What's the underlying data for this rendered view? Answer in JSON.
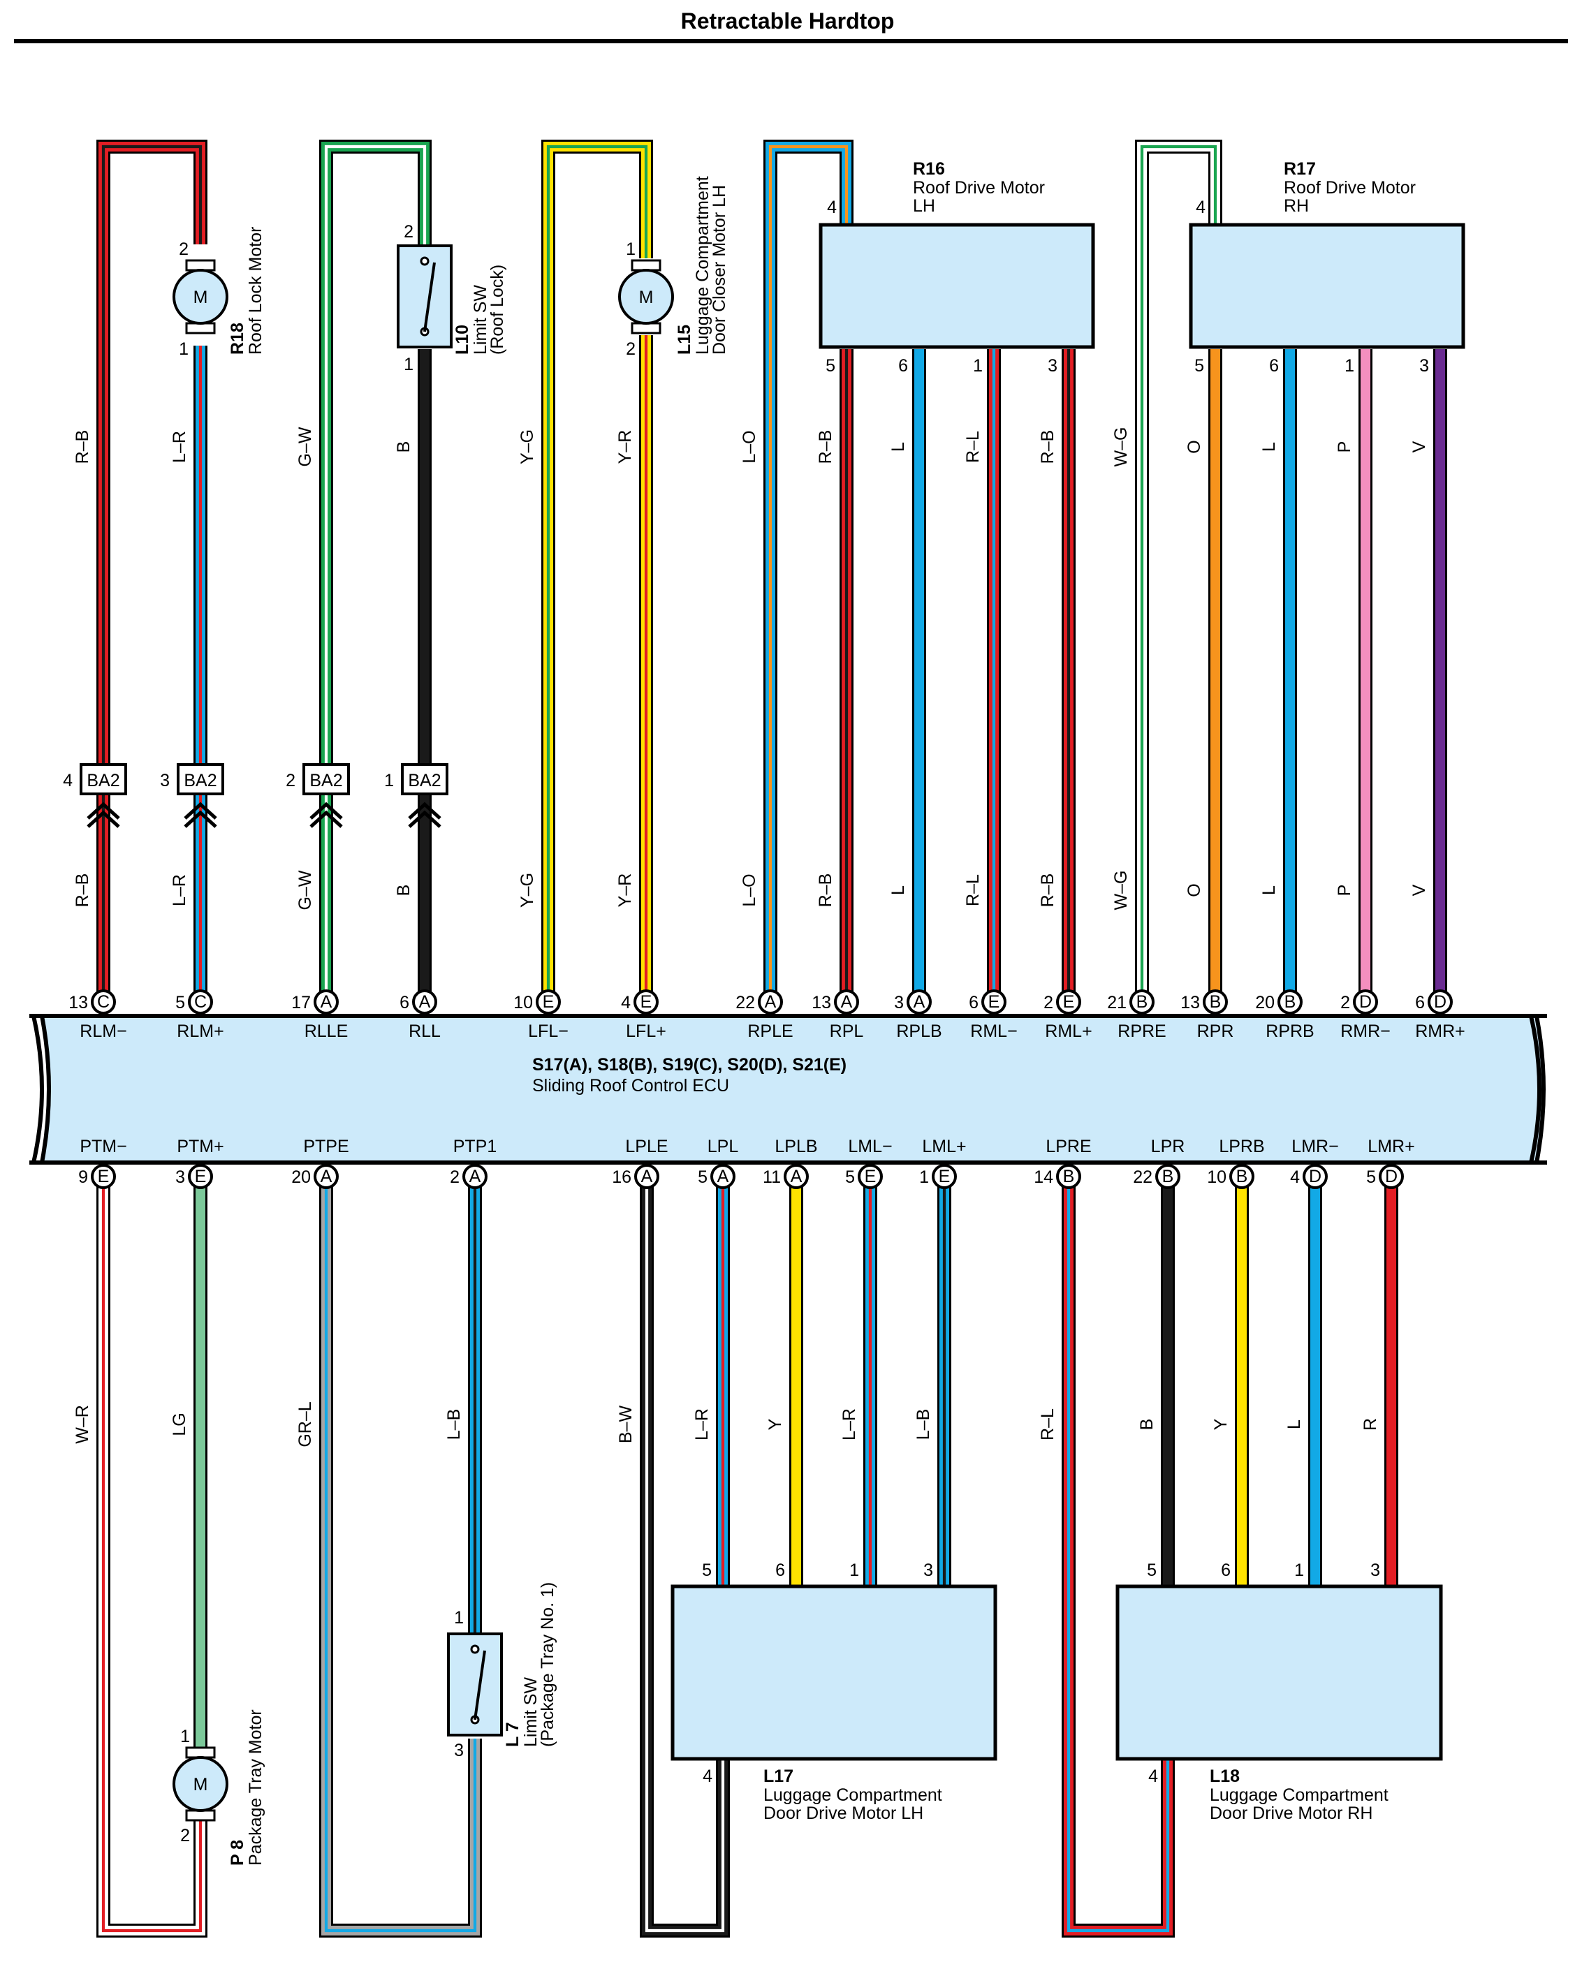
{
  "title": "Retractable Hardtop",
  "ecu": {
    "code": "S17(A), S18(B), S19(C), S20(D), S21(E)",
    "name": "Sliding Roof Control ECU"
  },
  "connector_ba2": "BA2",
  "colors": {
    "R": "#e31e24",
    "B": "#1a1a1a",
    "L": "#12a9e6",
    "G": "#1aa551",
    "W": "#ffffff",
    "Y": "#ffe200",
    "O": "#f7941d",
    "P": "#f48fbf",
    "V": "#6a2c91",
    "LG": "#7cc99a",
    "GR": "#a6a6a6",
    "box": "#cdeafa"
  },
  "components": [
    {
      "id": "R18",
      "code": "R18",
      "name": "Roof Lock Motor",
      "type": "motor",
      "desc": []
    },
    {
      "id": "L10",
      "code": "L10",
      "name": "Limit SW",
      "type": "switch",
      "desc": [
        "(Roof Lock)"
      ]
    },
    {
      "id": "L15",
      "code": "L15",
      "name": "Luggage Compartment",
      "type": "motor",
      "desc": [
        "Door Closer Motor LH"
      ]
    },
    {
      "id": "R16",
      "code": "R16",
      "name": "Roof Drive Motor",
      "type": "box",
      "desc": [
        "LH"
      ]
    },
    {
      "id": "R17",
      "code": "R17",
      "name": "Roof Drive Motor",
      "type": "box",
      "desc": [
        "RH"
      ]
    },
    {
      "id": "P8",
      "code": "P 8",
      "name": "Package Tray Motor",
      "type": "motor",
      "desc": []
    },
    {
      "id": "L7",
      "code": "L 7",
      "name": "Limit SW",
      "type": "switch",
      "desc": [
        "(Package Tray No. 1)"
      ]
    },
    {
      "id": "L17",
      "code": "L17",
      "name": "Luggage Compartment",
      "type": "box",
      "desc": [
        "Door Drive Motor LH"
      ]
    },
    {
      "id": "L18",
      "code": "L18",
      "name": "Luggage Compartment",
      "type": "box",
      "desc": [
        "Door Drive Motor RH"
      ]
    }
  ],
  "top_wires": [
    {
      "pin": "13",
      "conn": "C",
      "signal": "RLM−",
      "color": "R–B",
      "comp_pin": "2",
      "ba2_pin": "4"
    },
    {
      "pin": "5",
      "conn": "C",
      "signal": "RLM+",
      "color": "L–R",
      "comp_pin": "1",
      "ba2_pin": "3"
    },
    {
      "pin": "17",
      "conn": "A",
      "signal": "RLLE",
      "color": "G–W",
      "comp_pin": "2",
      "ba2_pin": "2"
    },
    {
      "pin": "6",
      "conn": "A",
      "signal": "RLL",
      "color": "B",
      "comp_pin": "1",
      "ba2_pin": "1"
    },
    {
      "pin": "10",
      "conn": "E",
      "signal": "LFL−",
      "color": "Y–G",
      "comp_pin": "1"
    },
    {
      "pin": "4",
      "conn": "E",
      "signal": "LFL+",
      "color": "Y–R",
      "comp_pin": "2"
    },
    {
      "pin": "22",
      "conn": "A",
      "signal": "RPLE",
      "color": "L–O",
      "comp_pin": "4"
    },
    {
      "pin": "13",
      "conn": "A",
      "signal": "RPL",
      "color": "R–B",
      "comp_pin": "5"
    },
    {
      "pin": "3",
      "conn": "A",
      "signal": "RPLB",
      "color": "L",
      "comp_pin": "6"
    },
    {
      "pin": "6",
      "conn": "E",
      "signal": "RML−",
      "color": "R–L",
      "comp_pin": "1"
    },
    {
      "pin": "2",
      "conn": "E",
      "signal": "RML+",
      "color": "R–B",
      "comp_pin": "3"
    },
    {
      "pin": "21",
      "conn": "B",
      "signal": "RPRE",
      "color": "W–G",
      "comp_pin": "4"
    },
    {
      "pin": "13",
      "conn": "B",
      "signal": "RPR",
      "color": "O",
      "comp_pin": "5"
    },
    {
      "pin": "20",
      "conn": "B",
      "signal": "RPRB",
      "color": "L",
      "comp_pin": "6"
    },
    {
      "pin": "2",
      "conn": "D",
      "signal": "RMR−",
      "color": "P",
      "comp_pin": "1"
    },
    {
      "pin": "6",
      "conn": "D",
      "signal": "RMR+",
      "color": "V",
      "comp_pin": "3"
    }
  ],
  "bottom_wires": [
    {
      "pin": "9",
      "conn": "E",
      "signal": "PTM−",
      "color": "W–R",
      "comp_pin": "2"
    },
    {
      "pin": "3",
      "conn": "E",
      "signal": "PTM+",
      "color": "LG",
      "comp_pin": "1"
    },
    {
      "pin": "20",
      "conn": "A",
      "signal": "PTPE",
      "color": "GR–L",
      "comp_pin": "3"
    },
    {
      "pin": "2",
      "conn": "A",
      "signal": "PTP1",
      "color": "L–B",
      "comp_pin": "1"
    },
    {
      "pin": "16",
      "conn": "A",
      "signal": "LPLE",
      "color": "B–W",
      "comp_pin": "4"
    },
    {
      "pin": "5",
      "conn": "A",
      "signal": "LPL",
      "color": "L–R",
      "comp_pin": "5"
    },
    {
      "pin": "11",
      "conn": "A",
      "signal": "LPLB",
      "color": "Y",
      "comp_pin": "6"
    },
    {
      "pin": "5",
      "conn": "E",
      "signal": "LML−",
      "color": "L–R",
      "comp_pin": "1"
    },
    {
      "pin": "1",
      "conn": "E",
      "signal": "LML+",
      "color": "L–B",
      "comp_pin": "3"
    },
    {
      "pin": "14",
      "conn": "B",
      "signal": "LPRE",
      "color": "R–L",
      "comp_pin": "4"
    },
    {
      "pin": "22",
      "conn": "B",
      "signal": "LPR",
      "color": "B",
      "comp_pin": "5"
    },
    {
      "pin": "10",
      "conn": "B",
      "signal": "LPRB",
      "color": "Y",
      "comp_pin": "6"
    },
    {
      "pin": "4",
      "conn": "D",
      "signal": "LMR−",
      "color": "L",
      "comp_pin": "1"
    },
    {
      "pin": "5",
      "conn": "D",
      "signal": "LMR+",
      "color": "R",
      "comp_pin": "3"
    }
  ],
  "motor_symbol": "M"
}
